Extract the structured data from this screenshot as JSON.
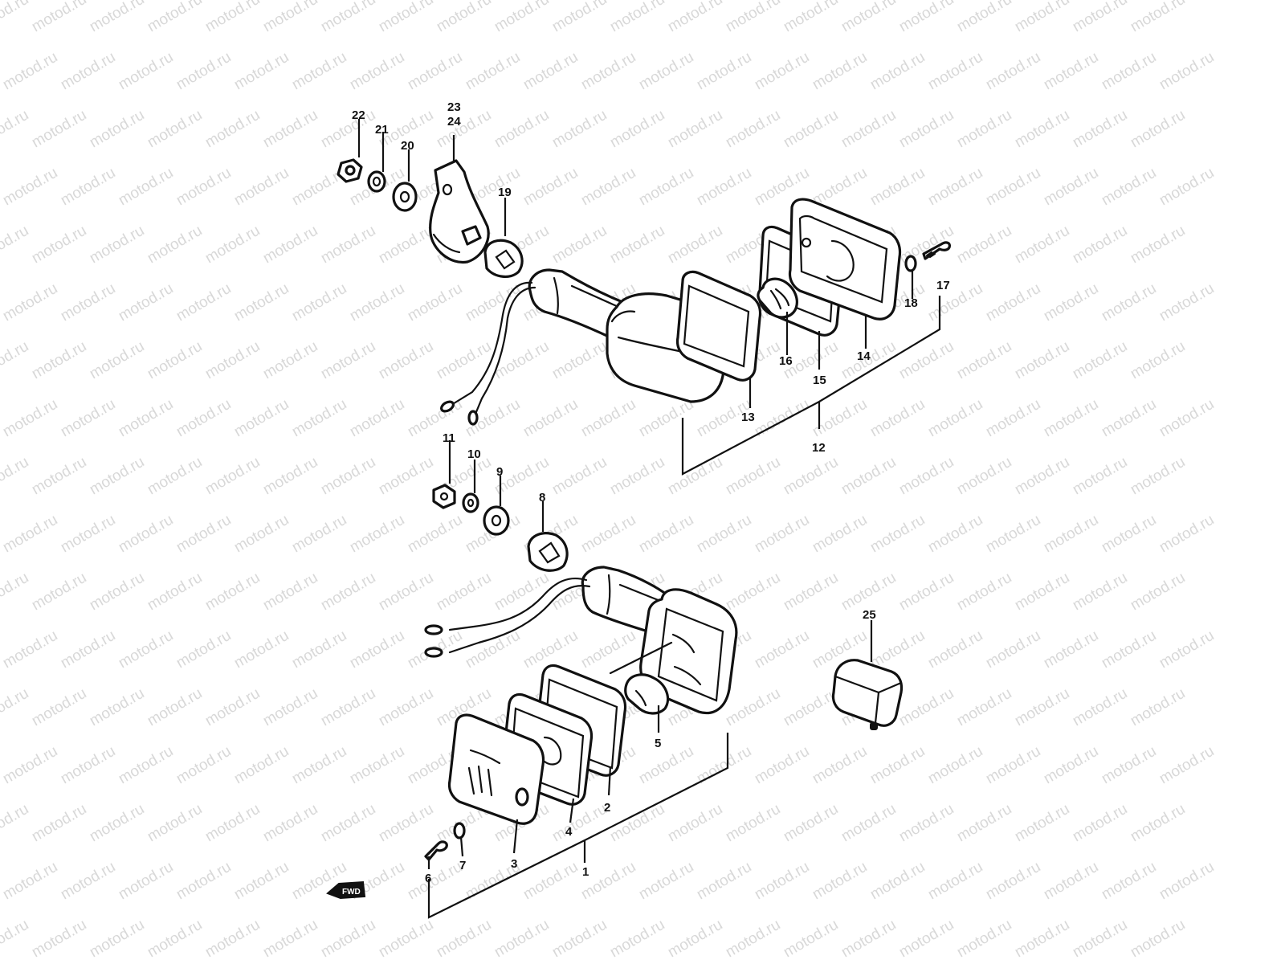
{
  "watermark": "motod.ru",
  "callouts": [
    "1",
    "2",
    "3",
    "4",
    "5",
    "6",
    "7",
    "8",
    "9",
    "10",
    "11",
    "12",
    "13",
    "14",
    "15",
    "16",
    "17",
    "18",
    "19",
    "20",
    "21",
    "22",
    "23",
    "24",
    "25"
  ],
  "direction_mark": "FWD",
  "colors": {
    "line": "#111111",
    "watermark": "#d8d8d8",
    "background": "#ffffff"
  }
}
